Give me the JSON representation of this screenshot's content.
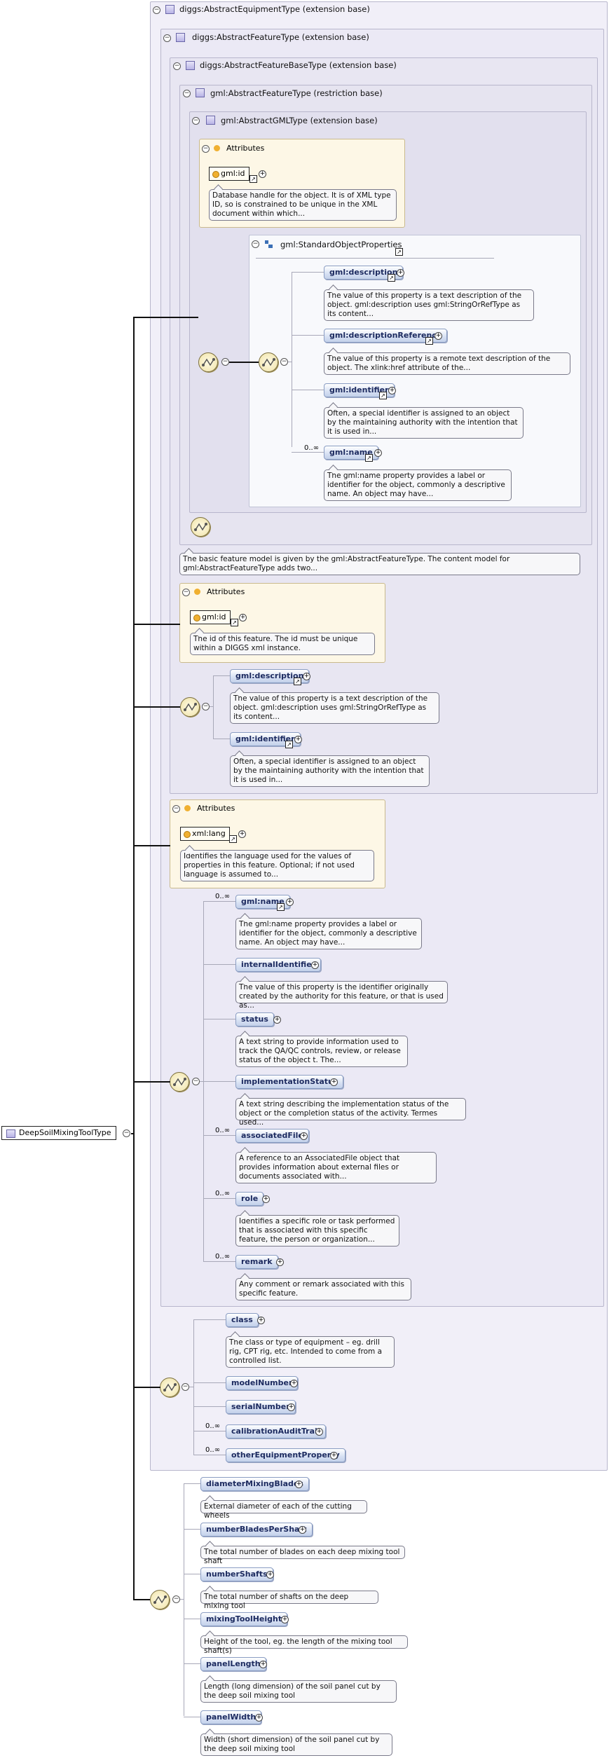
{
  "root": {
    "name": "DeepSoilMixingToolType"
  },
  "bases": {
    "equipment": "diggs:AbstractEquipmentType (extension base)",
    "feature": "diggs:AbstractFeatureType (extension base)",
    "featureBase": "diggs:AbstractFeatureBaseType (extension base)",
    "gmlFeature": "gml:AbstractFeatureType (restriction base)",
    "gmlGML": "gml:AbstractGMLType (extension base)"
  },
  "gml_attrs": {
    "label": "Attributes",
    "attr": "gml:id",
    "doc": "Database handle for the object. It is of XML type ID, so is constrained to be unique in the XML document within which..."
  },
  "std_props": {
    "label": "gml:StandardObjectProperties",
    "items": [
      {
        "name": "gml:description",
        "occ": "",
        "doc": "The value of this property is a text description of the object. gml:description uses gml:StringOrRefType as its content..."
      },
      {
        "name": "gml:descriptionReference",
        "occ": "",
        "doc": "The value of this property is a remote text description of the object. The xlink:href attribute of the..."
      },
      {
        "name": "gml:identifier",
        "occ": "",
        "doc": "Often, a special identifier is assigned to an object by the maintaining authority with the intention that it is used in..."
      },
      {
        "name": "gml:name",
        "occ": "0..∞",
        "doc": "The gml:name property provides a label or identifier for the object, commonly a descriptive name. An object may have..."
      }
    ]
  },
  "featureBase_doc": "The basic feature model is given by the gml:AbstractFeatureType. The content model for gml:AbstractFeatureType adds two...",
  "fb_attrs": {
    "label": "Attributes",
    "attr": "gml:id",
    "doc": "The id of this feature. The id must be unique within a DIGGS xml instance."
  },
  "fb_elems": [
    {
      "name": "gml:description",
      "doc": "The value of this property is a text description of the object. gml:description uses gml:StringOrRefType as its content..."
    },
    {
      "name": "gml:identifier",
      "doc": "Often, a special identifier is assigned to an object by the maintaining authority with the intention that it is used in..."
    }
  ],
  "feat_attrs": {
    "label": "Attributes",
    "attr": "xml:lang",
    "doc": "Identifies the language used for the values of properties in this feature. Optional; if not used language is assumed to..."
  },
  "feat_elems": [
    {
      "name": "gml:name",
      "occ": "0..∞",
      "doc": "The gml:name property provides a label or identifier for the object, commonly a descriptive name. An object may have..."
    },
    {
      "name": "internalIdentifier",
      "occ": "",
      "doc": "The value of this property is the identifier originally created by the authority for this feature, or that is used as..."
    },
    {
      "name": "status",
      "occ": "",
      "doc": "A text string to provide information used to track the QA/QC controls, review, or release status of the object t. The..."
    },
    {
      "name": "implementationStatus",
      "occ": "",
      "doc": "A text string describing the implementation status of the object or the completion status of the activity. Termes used..."
    },
    {
      "name": "associatedFile",
      "occ": "0..∞",
      "doc": "A reference to an AssociatedFile object that provides information about external files or documents associated with..."
    },
    {
      "name": "role",
      "occ": "0..∞",
      "doc": "Identifies a specific role or task performed that is associated with this specific feature, the person or organization..."
    },
    {
      "name": "remark",
      "occ": "0..∞",
      "doc": "Any comment or remark associated with this specific feature."
    }
  ],
  "equip_elems": [
    {
      "name": "class",
      "occ": "",
      "doc": "The class or type of equipment – eg. drill rig, CPT rig, etc. Intended to come from a controlled list."
    },
    {
      "name": "modelNumber",
      "occ": "",
      "doc": ""
    },
    {
      "name": "serialNumber",
      "occ": "",
      "doc": ""
    },
    {
      "name": "calibrationAuditTrail",
      "occ": "0..∞",
      "doc": ""
    },
    {
      "name": "otherEquipmentProperty",
      "occ": "0..∞",
      "doc": ""
    }
  ],
  "tool_elems": [
    {
      "name": "diameterMixingBlades",
      "doc": "External diameter of each of the cutting wheels"
    },
    {
      "name": "numberBladesPerShaft",
      "doc": "The total number of blades on each deep mixing tool shaft"
    },
    {
      "name": "numberShafts",
      "doc": "The total number of shafts on the deep mixing tool"
    },
    {
      "name": "mixingToolHeight",
      "doc": "Height of the tool, eg. the length of the mixing tool shaft(s)"
    },
    {
      "name": "panelLength",
      "doc": "Length (long dimension) of the soil panel cut by the deep soil mixing tool"
    },
    {
      "name": "panelWidth",
      "doc": "Width (short dimension) of the soil panel cut by the deep soil mixing tool"
    }
  ]
}
